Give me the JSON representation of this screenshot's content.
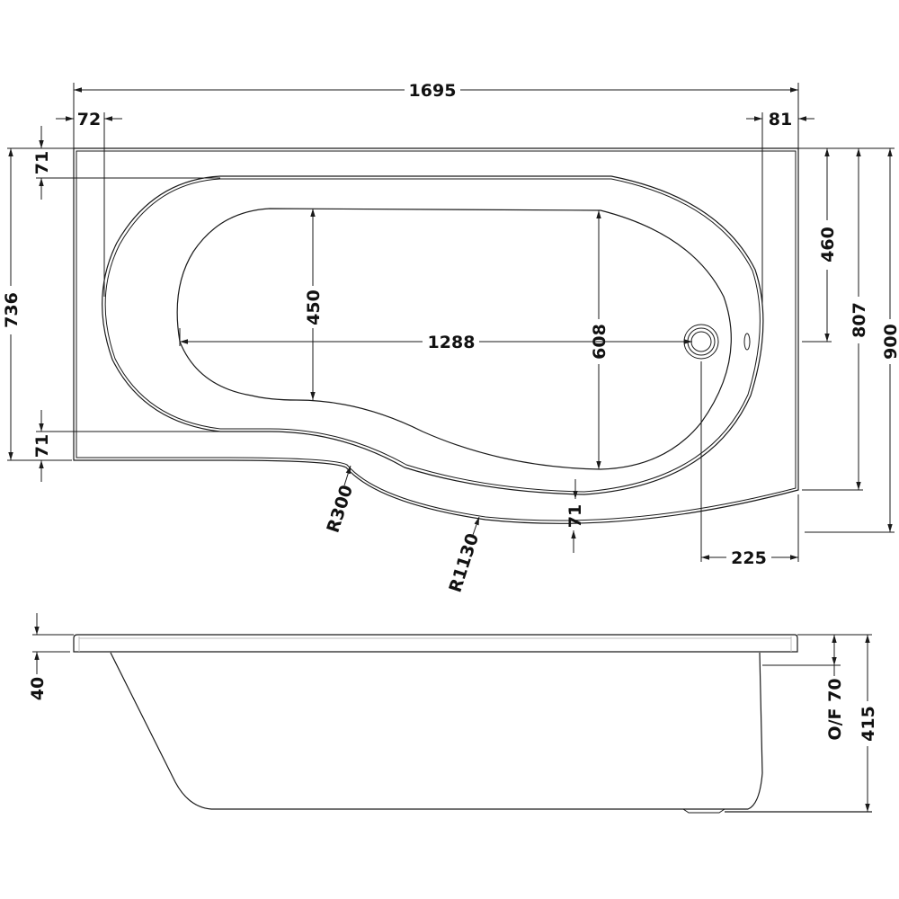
{
  "drawing": {
    "title": "P-shaped shower bath technical drawing",
    "plan_view": {
      "dimensions": {
        "overall_length": "1695",
        "left_rim": "72",
        "right_rim": "81",
        "top_rim": "71",
        "bottom_rim_left": "71",
        "left_height": "736",
        "inner_left_width": "450",
        "inner_length": "1288",
        "inner_right_width": "608",
        "right_460": "460",
        "right_807": "807",
        "overall_width": "900",
        "curve_rim": "71",
        "waste_offset": "225",
        "radius_small": "R300",
        "radius_large": "R1130"
      }
    },
    "side_view": {
      "dimensions": {
        "rim_thickness": "40",
        "overflow": "O/F 70",
        "overall_height": "415"
      }
    },
    "colors": {
      "line": "#1a1a1a",
      "background": "#ffffff",
      "highlight": "#bdbdbd"
    }
  }
}
